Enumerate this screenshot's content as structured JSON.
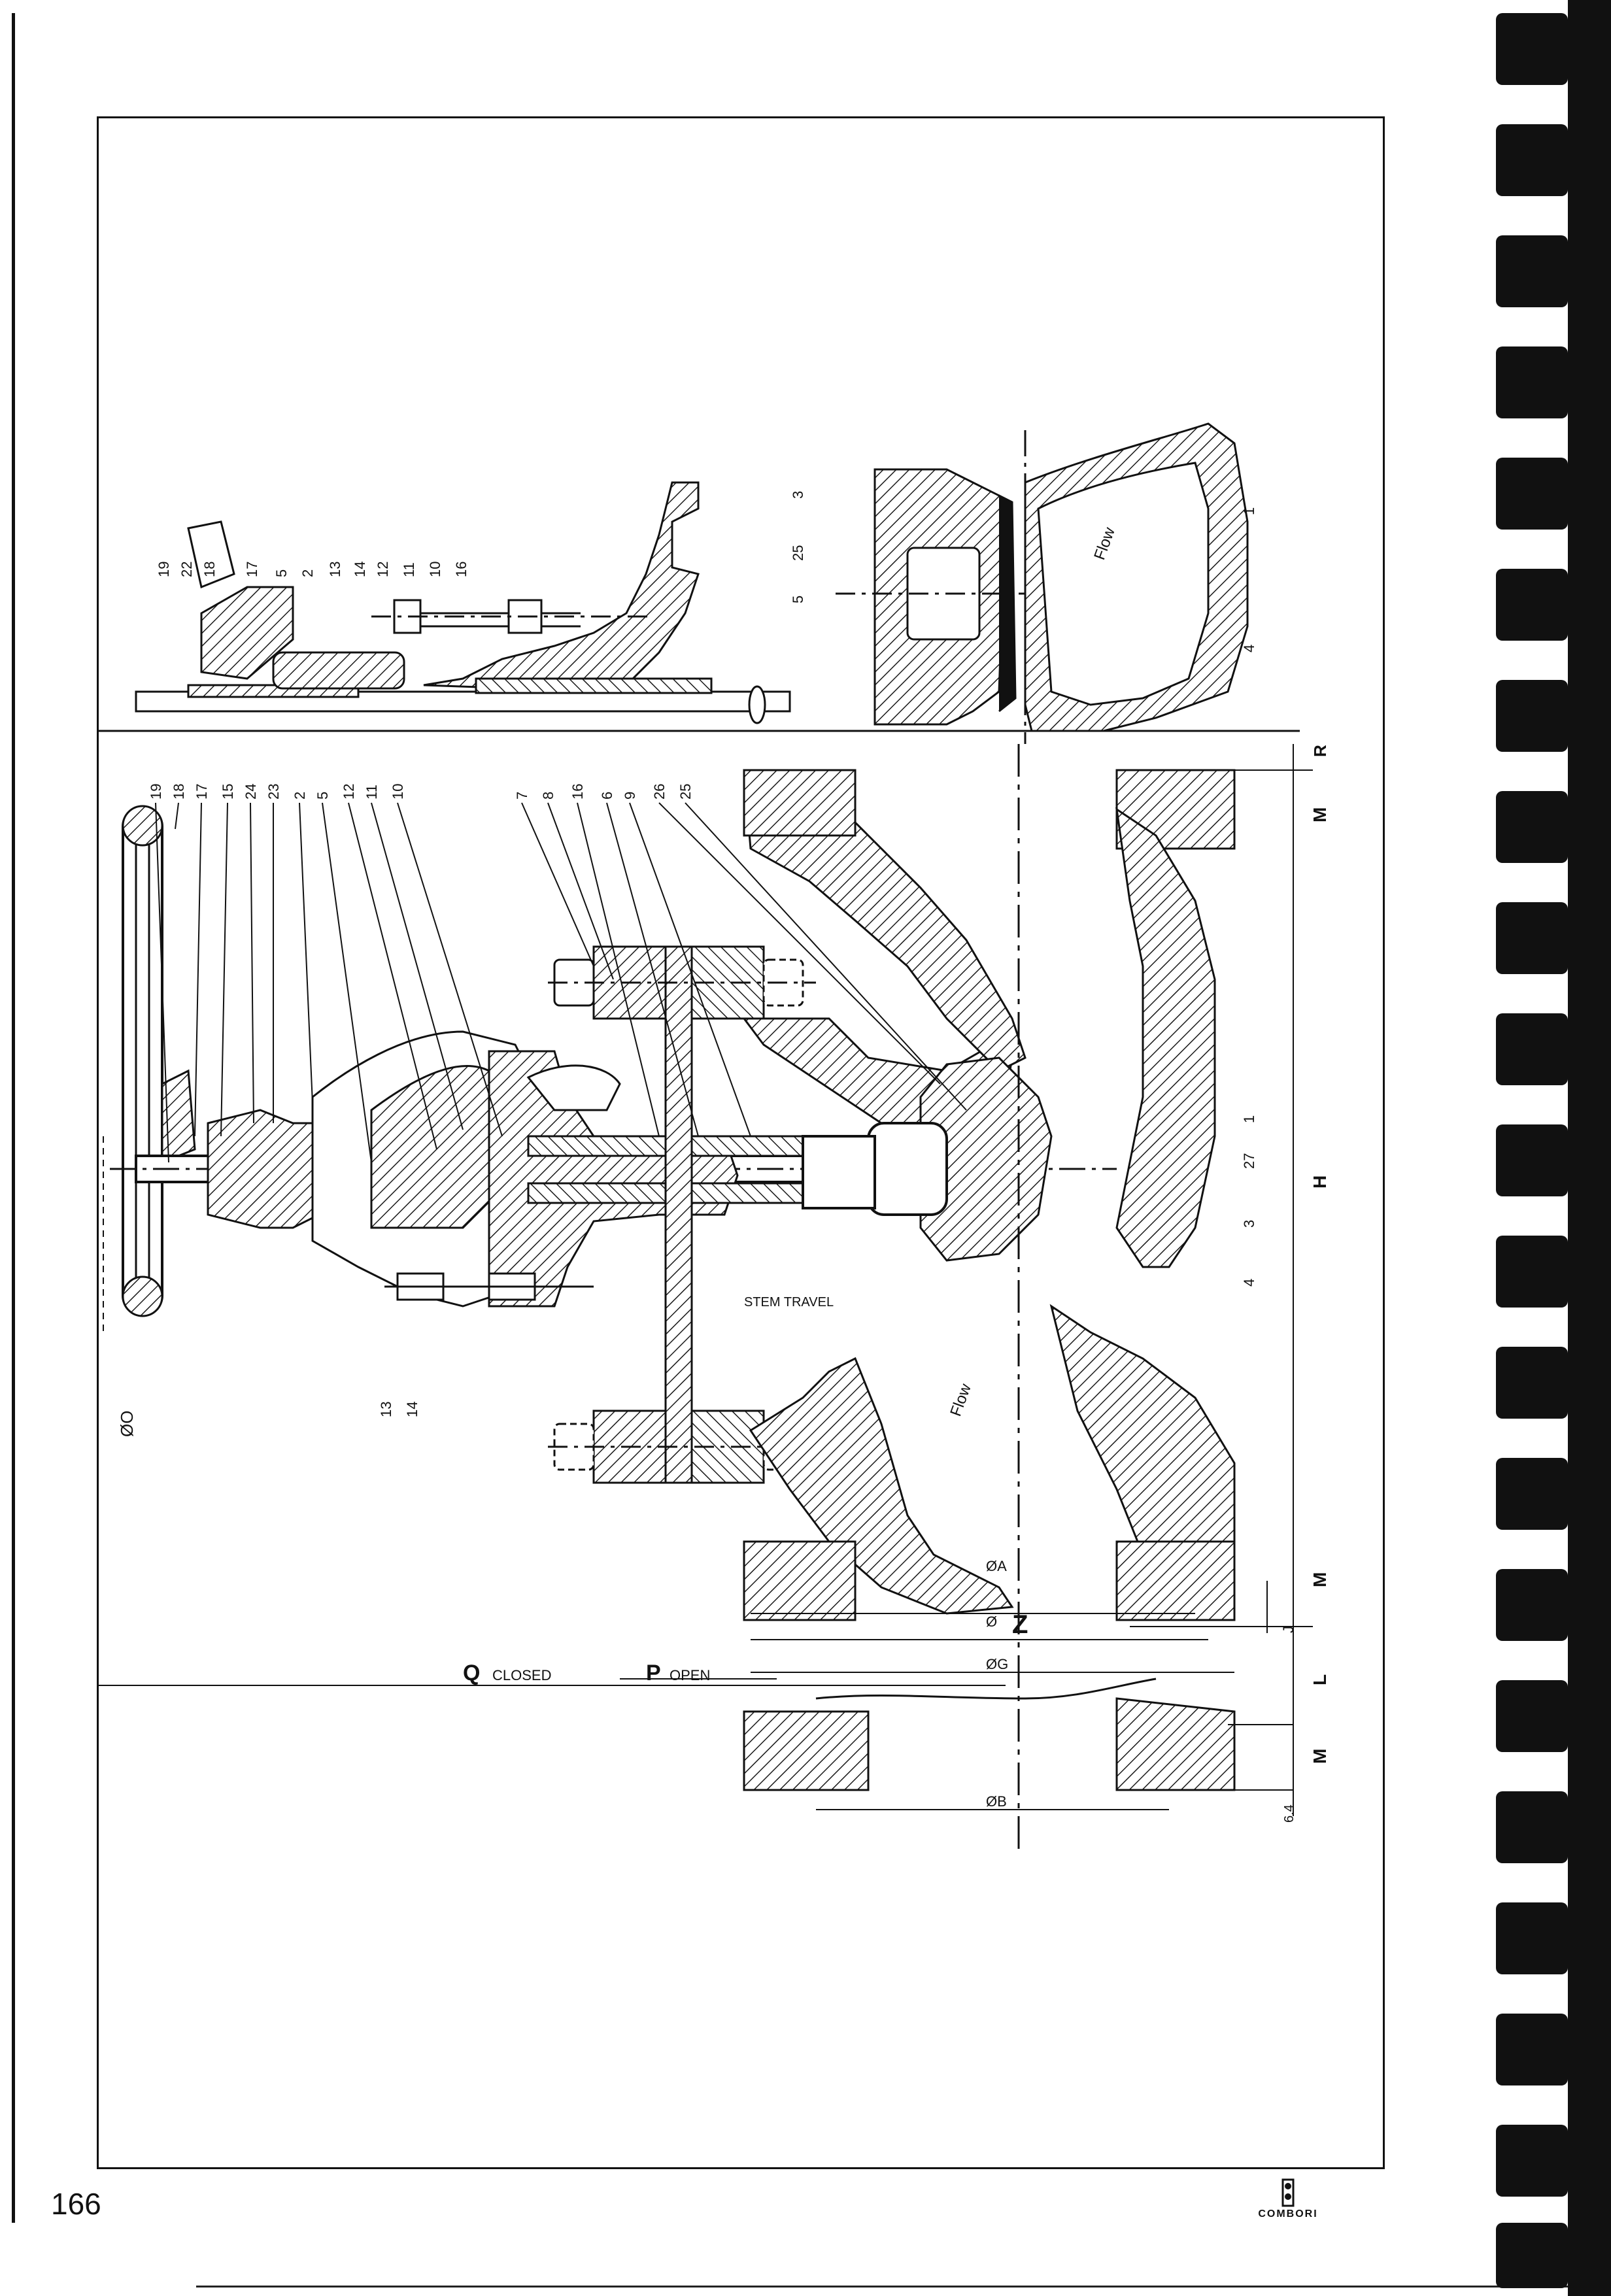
{
  "page": {
    "number": "166",
    "brand": "COMBORI"
  },
  "callouts": {
    "top_left": [
      "19",
      "22",
      "18",
      "17",
      "5",
      "2",
      "13",
      "14",
      "12",
      "11",
      "10",
      "16"
    ],
    "top_right": [
      "3",
      "25",
      "5"
    ],
    "top_right_side": [
      "1",
      "4"
    ],
    "main_top": [
      "19",
      "18",
      "17",
      "15",
      "24",
      "23",
      "2",
      "5",
      "12",
      "11",
      "10",
      "7",
      "8",
      "16",
      "6",
      "9",
      "26",
      "25"
    ],
    "main_right": [
      "1",
      "27",
      "3",
      "4"
    ],
    "main_bottom": [
      "13",
      "14"
    ]
  },
  "labels": {
    "flow_top": "Flow",
    "flow_main": "Flow",
    "stem_travel": "STEM TRAVEL",
    "q_closed_letter": "Q",
    "q_closed_word": "CLOSED",
    "p_open_letter": "P",
    "p_open_word": "OPEN",
    "dia_o": "ØO",
    "dia_a": "ØA",
    "dia_z_sym": "Ø",
    "dim_z": "Z",
    "dia_g": "ØG",
    "dia_b": "ØB",
    "dim_r": "R",
    "dim_m_top": "M",
    "dim_h": "H",
    "dim_m_mid": "M",
    "dim_j": "J",
    "dim_l": "L",
    "dim_m_bot": "M",
    "dim_64": "6.4"
  },
  "colors": {
    "ink": "#111111",
    "hatch": "#1a1a1a",
    "paper": "#ffffff"
  }
}
